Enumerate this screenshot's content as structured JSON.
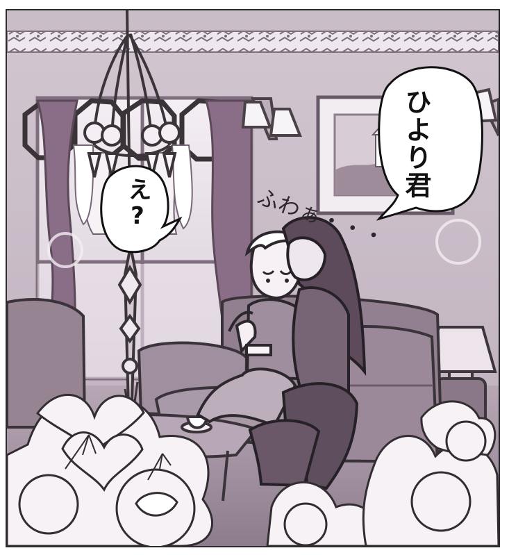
{
  "panel": {
    "speech": {
      "woman": "ひより君",
      "boy": "え?"
    },
    "sound_effect": "ふわぁ・・・"
  },
  "colors": {
    "wall": "#c8bcc7",
    "curtain": "#8b6d86",
    "sofa": "#958493",
    "ink": "#2d2a30",
    "flower": "#f5f1f4"
  }
}
